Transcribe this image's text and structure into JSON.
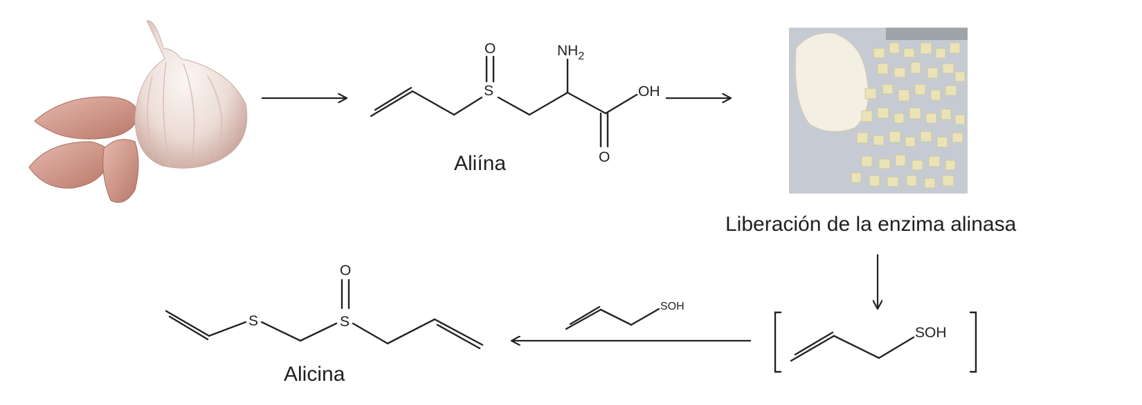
{
  "labels": {
    "aliina": "Aliína",
    "liberacion": "Liberación de la enzima alinasa",
    "alicina": "Alicina"
  },
  "atoms": {
    "o": "O",
    "s": "S",
    "nh2_main": "NH",
    "nh2_sub": "2",
    "oh": "OH",
    "soh": "SOH"
  },
  "images": {
    "garlic": "garlic-bulb-and-cloves-photo",
    "chopped": "chopped-garlic-photo"
  },
  "colors": {
    "garlic_skin": "#e9ddd8",
    "clove_pink": "#c98f84",
    "chopped_bg": "#c7ccd4",
    "chopped_piece": "#e8e2b8"
  }
}
